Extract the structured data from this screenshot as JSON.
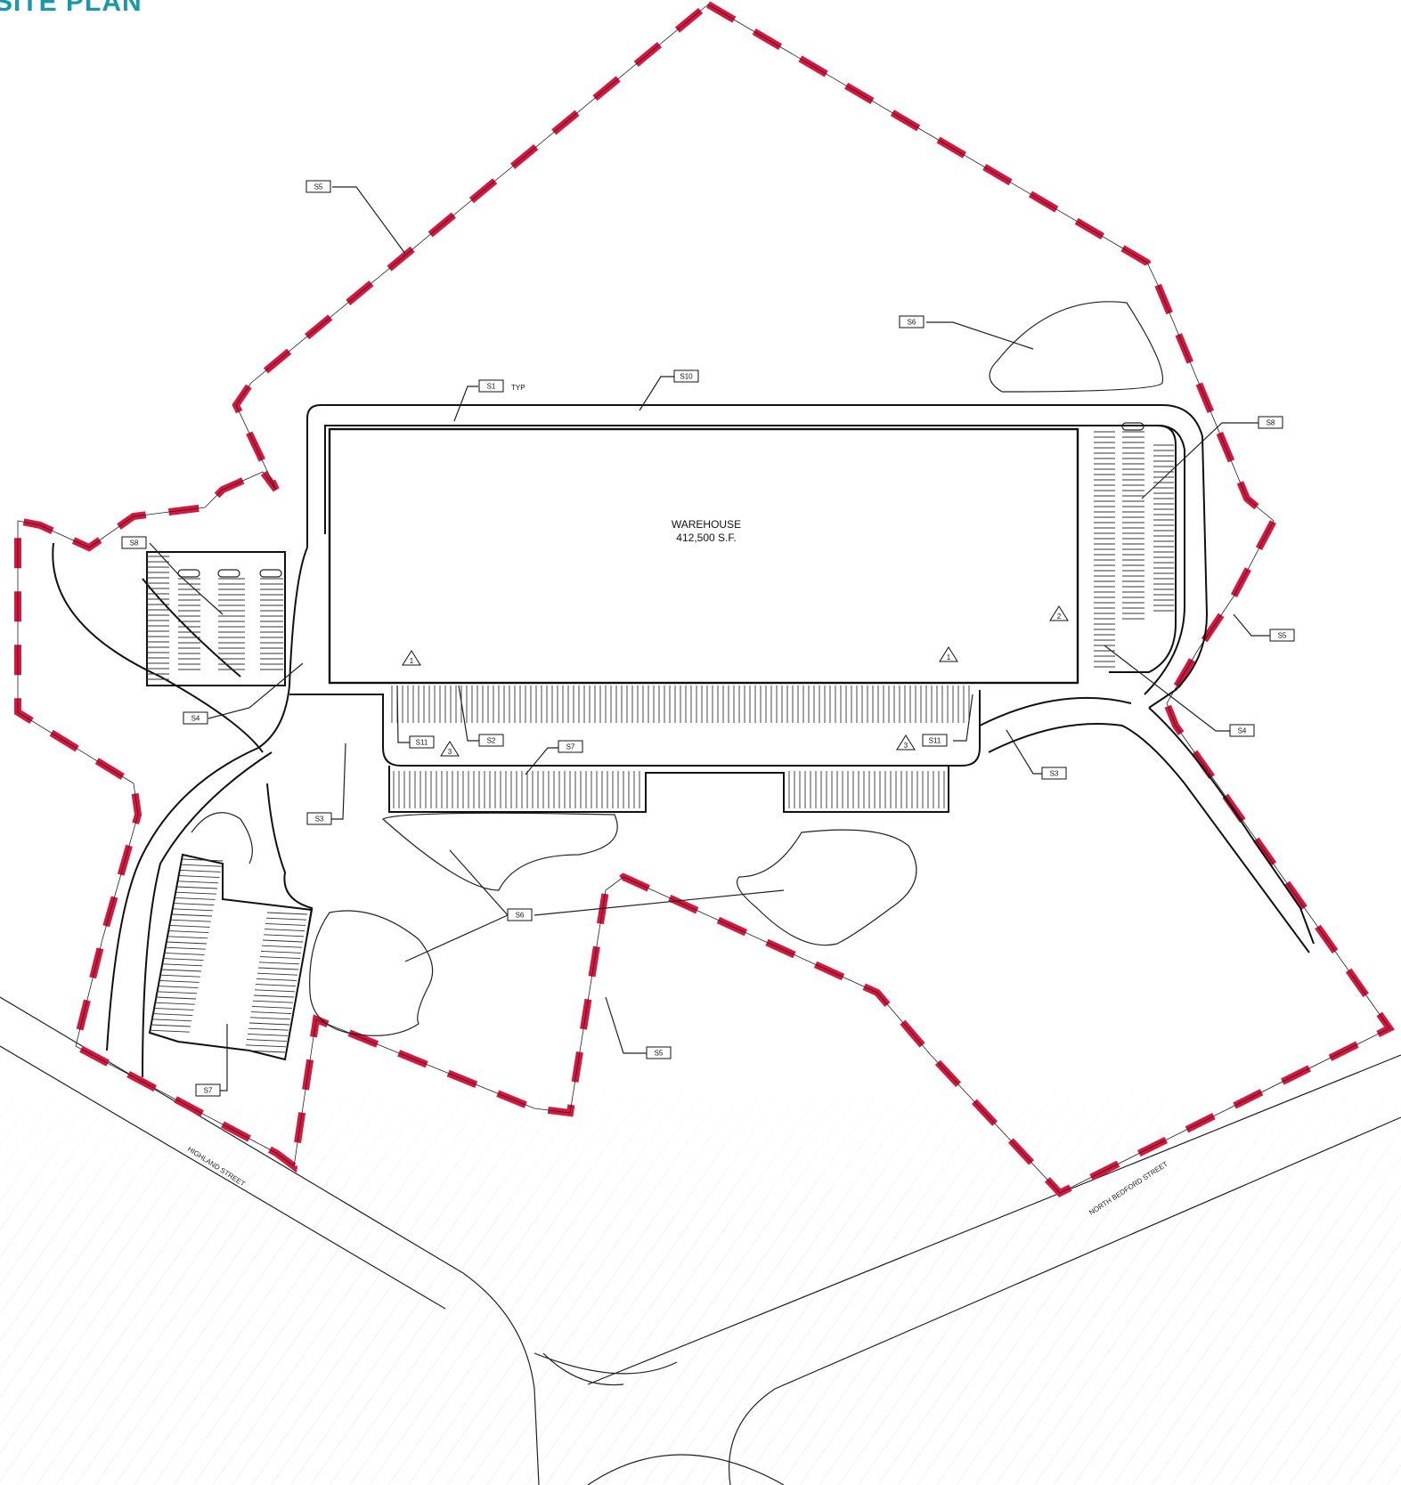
{
  "title": "SITE PLAN",
  "building": {
    "name": "WAREHOUSE",
    "area": "412,500 S.F."
  },
  "streets": {
    "west": "HIGHLAND STREET",
    "east": "NORTH BEDFORD STREET"
  },
  "typ_note": "TYP",
  "callouts": [
    {
      "id": "s5-nw",
      "text": "S5"
    },
    {
      "id": "s6-ne",
      "text": "S6"
    },
    {
      "id": "s1",
      "text": "S1"
    },
    {
      "id": "s10",
      "text": "S10"
    },
    {
      "id": "s8-w",
      "text": "S8"
    },
    {
      "id": "s8-e",
      "text": "S8"
    },
    {
      "id": "s5-e",
      "text": "S5"
    },
    {
      "id": "s4-e",
      "text": "S4"
    },
    {
      "id": "s4-w",
      "text": "S4"
    },
    {
      "id": "s11-w",
      "text": "S11"
    },
    {
      "id": "s2",
      "text": "S2"
    },
    {
      "id": "s7-c",
      "text": "S7"
    },
    {
      "id": "s11-e",
      "text": "S11"
    },
    {
      "id": "s3-e",
      "text": "S3"
    },
    {
      "id": "s3-w",
      "text": "S3"
    },
    {
      "id": "s6-c",
      "text": "S6"
    },
    {
      "id": "s5-s",
      "text": "S5"
    },
    {
      "id": "s7-sw",
      "text": "S7"
    }
  ],
  "triangle_markers": [
    {
      "id": "t1-w",
      "text": "1"
    },
    {
      "id": "t1-e",
      "text": "1"
    },
    {
      "id": "t2",
      "text": "2"
    },
    {
      "id": "t3-w",
      "text": "3"
    },
    {
      "id": "t3-e",
      "text": "3"
    }
  ],
  "colors": {
    "boundary": "#d6163c",
    "title": "#1a9aa8",
    "linework": "#111111"
  }
}
